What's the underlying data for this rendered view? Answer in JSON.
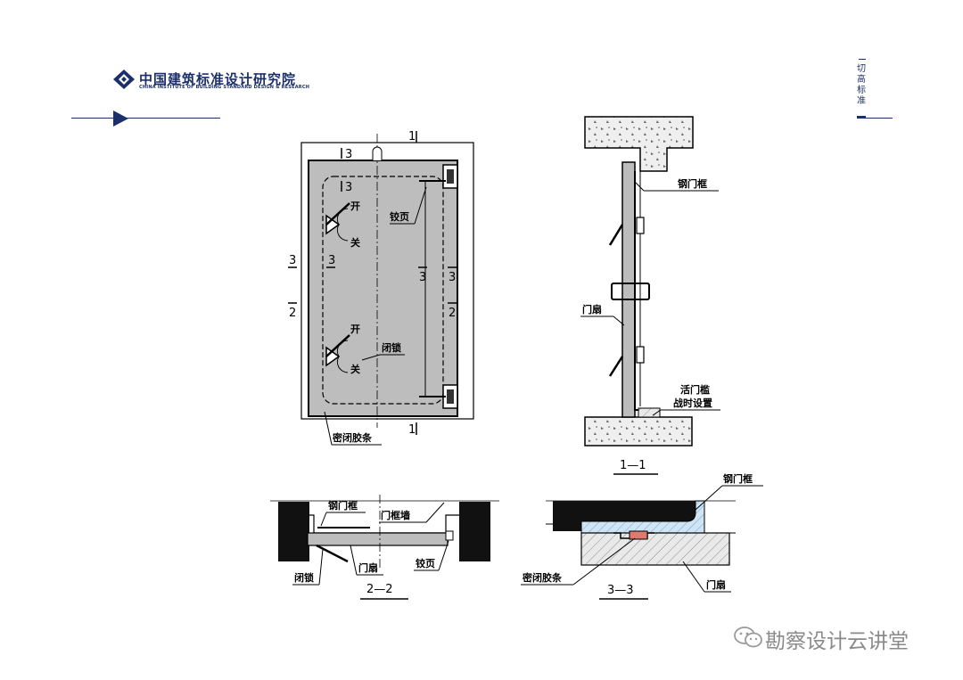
{
  "header": {
    "logo_cn": "中国建筑标准设计研究院",
    "logo_en": "CHINA INSTITUTE OF BUILDING STANDARD DESIGN & RESEARCH",
    "slogan": "切高标准"
  },
  "elevation": {
    "cut_1_top": "1",
    "cut_1_bottom": "1",
    "cut_3_top": "3",
    "cut_3_inner_top": "3",
    "cut_3_left_outer": "3",
    "cut_3_left_inner": "3",
    "cut_3_right_inner": "3",
    "cut_3_right_outer": "3",
    "cut_2_left": "2",
    "cut_2_right": "2",
    "open_upper": "开",
    "close_upper": "关",
    "open_lower": "开",
    "close_lower": "关",
    "hinge": "铰页",
    "lock": "闭锁",
    "seal": "密闭胶条"
  },
  "section_1_1": {
    "steel_frame": "钢门框",
    "door_leaf": "门扇",
    "threshold_line1": "活门槛",
    "threshold_line2": "战时设置",
    "title": "1—1"
  },
  "section_2_2": {
    "steel_frame": "钢门框",
    "frame_wall": "门框墙",
    "lock": "闭锁",
    "door_leaf": "门扇",
    "hinge": "铰页",
    "title": "2—2"
  },
  "section_3_3": {
    "steel_frame": "钢门框",
    "seal": "密闭胶条",
    "door_leaf": "门扇",
    "title": "3—3"
  },
  "watermark": {
    "text": "勘察设计云讲堂"
  }
}
